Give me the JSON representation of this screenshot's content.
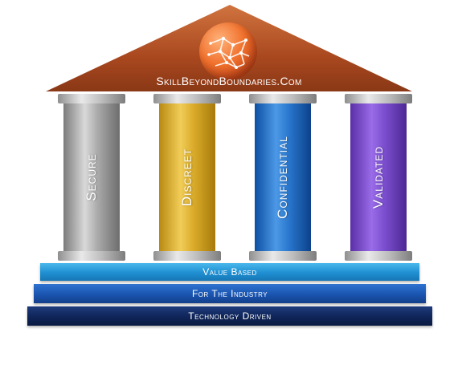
{
  "brand": {
    "site_name": "SkillBeyondBoundaries.Com",
    "logo_icon": "circuit-globe-icon"
  },
  "pillars": [
    {
      "label": "Secure",
      "color": "#b0b0b0"
    },
    {
      "label": "Discreet",
      "color": "#e2b93a"
    },
    {
      "label": "Confidential",
      "color": "#2a78cf"
    },
    {
      "label": "Validated",
      "color": "#7c4fd0"
    }
  ],
  "steps": [
    {
      "label": "Value Based",
      "color": "#1f8fd2"
    },
    {
      "label": "For The Industry",
      "color": "#1a55b0"
    },
    {
      "label": "Technology Driven",
      "color": "#0f2558"
    }
  ],
  "roof_color": "#b5562a"
}
